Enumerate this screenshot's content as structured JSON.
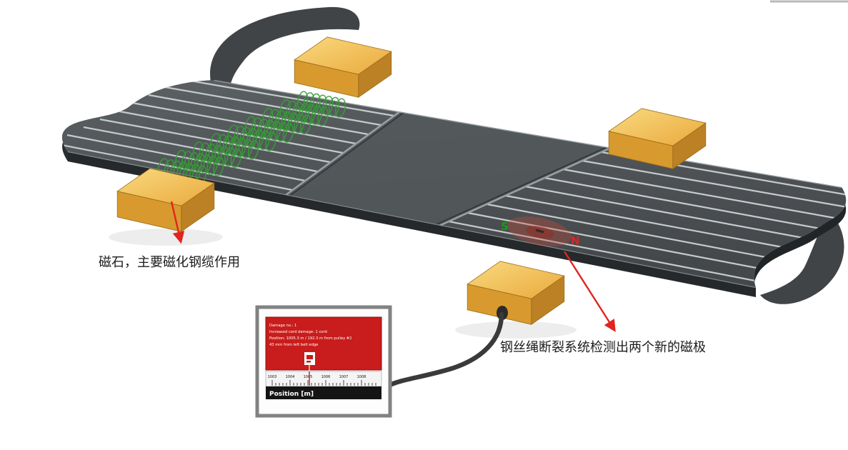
{
  "annotations": {
    "magnet_note": "磁石，主要磁化钢缆作用",
    "detection_note": "钢丝绳断裂系统检测出两个新的磁极"
  },
  "poles": {
    "south": "S",
    "north": "N",
    "south_color": "#14a014",
    "north_color": "#e02420"
  },
  "monitor": {
    "screen_lines": [
      "Damage no.: 1",
      "Increased cord damage: 1 cord",
      "Position: 1005.3 m / 192.3 m from pulley #2",
      "43 mm from left belt edge"
    ],
    "scale_labels": [
      "1003",
      "1004",
      "1005",
      "1006",
      "1007",
      "1008"
    ],
    "axis_label": "Position [m]",
    "screen_color": "#c91c1c"
  },
  "colors": {
    "belt": "#4b4f52",
    "belt_side": "#26292b",
    "magnet_top": "#f2c14e",
    "magnet_front": "#d89a2e",
    "coil_green": "#35a035",
    "arrow_red": "#e0241f",
    "cord_gray": "#c4cacd"
  }
}
